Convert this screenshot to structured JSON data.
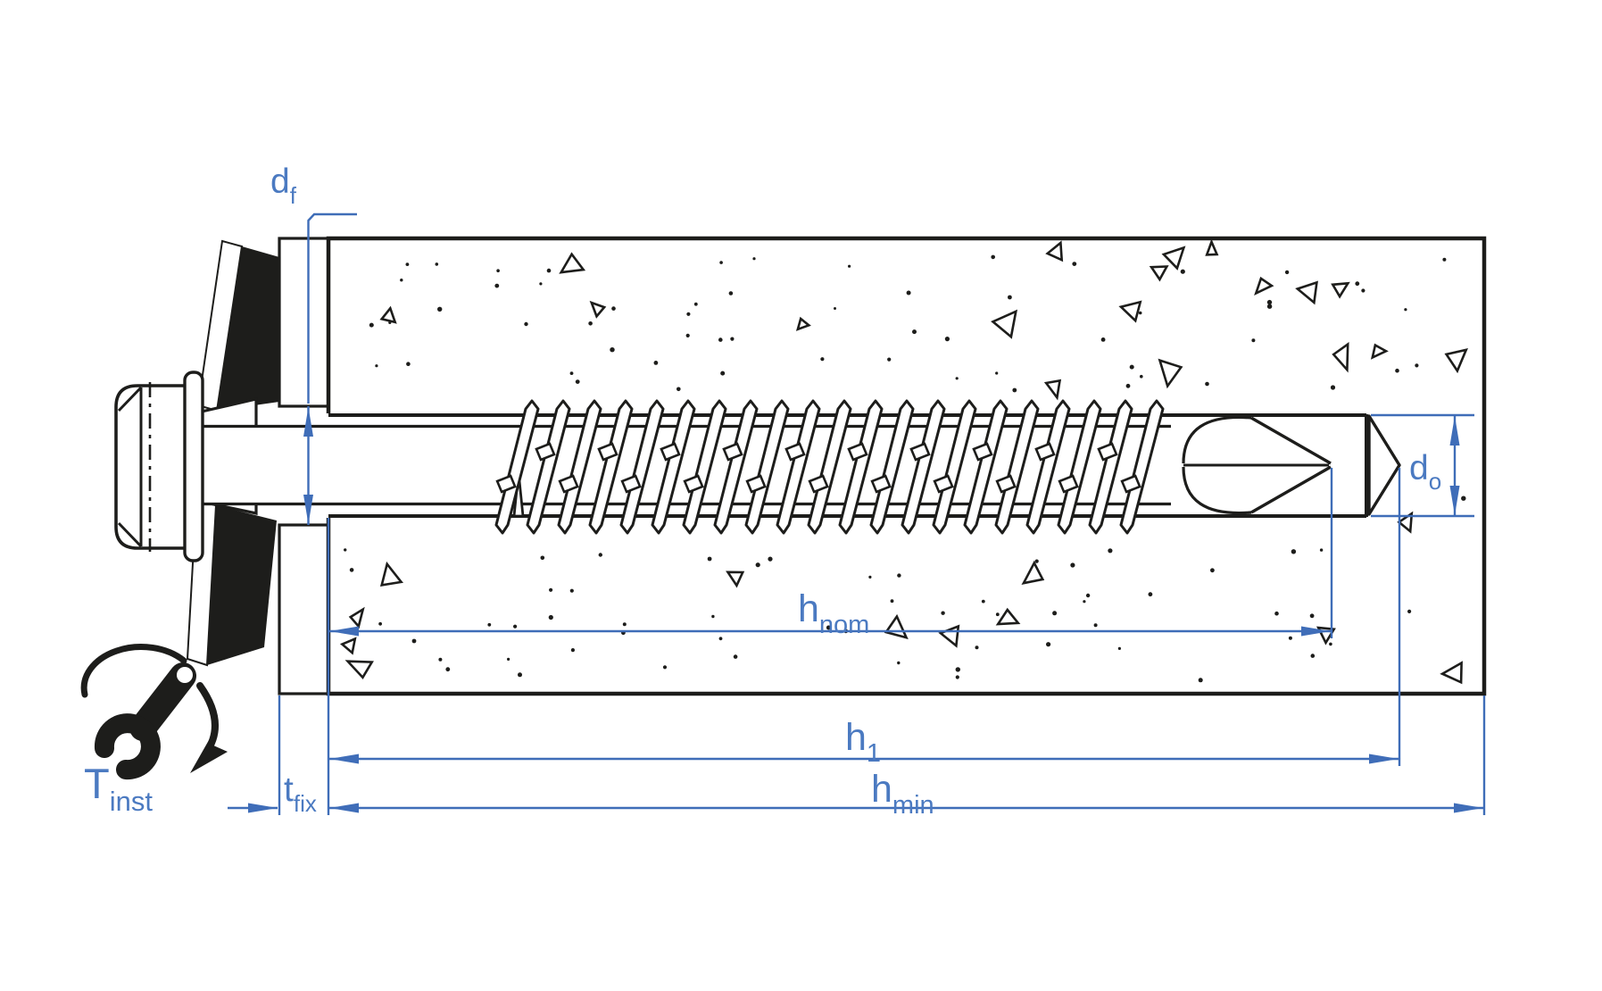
{
  "diagram": {
    "labels": {
      "df": {
        "main": "d",
        "sub": "f"
      },
      "do": {
        "main": "d",
        "sub": "o"
      },
      "hnom": {
        "main": "h",
        "sub": "nom"
      },
      "h1": {
        "main": "h",
        "sub": "1"
      },
      "hmin": {
        "main": "h",
        "sub": "min"
      },
      "tfix": {
        "main": "t",
        "sub": "fix"
      },
      "tinst": {
        "main": "T",
        "sub": "inst"
      }
    },
    "colors": {
      "dimension_blue": "#3f6db8",
      "label_blue": "#4b7ac1",
      "line_black": "#1d1d1b",
      "background": "#ffffff"
    },
    "icons": [
      "wrench-icon",
      "rotation-arrow-icon"
    ]
  }
}
